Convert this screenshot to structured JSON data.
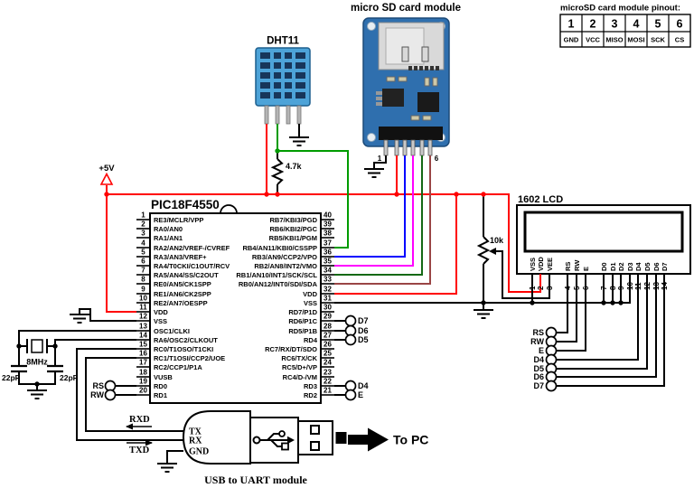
{
  "palette": {
    "wire_red": "#ff0000",
    "wire_green": "#009b00",
    "wire_blue": "#0000ff",
    "wire_magenta": "#ff00ff",
    "wire_dark_green": "#156915",
    "wire_dark_red": "#9a4545",
    "wire_black": "#000000",
    "dht_body": "#4da3d8",
    "sd_board": "#2f6fae"
  },
  "labels": {
    "mcu_title": "PIC18F4550",
    "dht_title": "DHT11",
    "sd_title": "micro SD card module",
    "lcd_title": "1602 LCD",
    "pinout_title": "microSD card module pinout:",
    "plus5v": "+5V",
    "pullup_resistor": "4.7k",
    "contrast_pot": "10k",
    "crystal": "8MHz",
    "cap_left": "22pF",
    "cap_right": "22pF",
    "rxd": "RXD",
    "txd": "TXD",
    "to_pc": "To PC",
    "uart_caption": "USB to UART module",
    "sd_header_pin1": "1",
    "sd_header_pin6": "6"
  },
  "uart": {
    "tx": "TX",
    "rx": "RX",
    "gnd": "GND"
  },
  "mcu": {
    "left_pins": [
      {
        "num": "1",
        "label": "RE3/MCLR/VPP"
      },
      {
        "num": "2",
        "label": "RA0/AN0"
      },
      {
        "num": "3",
        "label": "RA1/AN1"
      },
      {
        "num": "4",
        "label": "RA2/AN2/VREF-/CVREF"
      },
      {
        "num": "5",
        "label": "RA3/AN3/VREF+"
      },
      {
        "num": "6",
        "label": "RA4/T0CKI/C1OUT/RCV"
      },
      {
        "num": "7",
        "label": "RA5/AN4/SS/C2OUT"
      },
      {
        "num": "8",
        "label": "RE0/AN5/CK1SPP"
      },
      {
        "num": "9",
        "label": "RE1/AN6/CK2SPP"
      },
      {
        "num": "10",
        "label": "RE2/AN7/OESPP"
      },
      {
        "num": "11",
        "label": "VDD",
        "color": "red"
      },
      {
        "num": "12",
        "label": "VSS"
      },
      {
        "num": "13",
        "label": "OSC1/CLKI"
      },
      {
        "num": "14",
        "label": "RA6/OSC2/CLKOUT"
      },
      {
        "num": "15",
        "label": "RC0/T1OSO/T1CKI"
      },
      {
        "num": "16",
        "label": "RC1/T1OSI/CCP2/UOE"
      },
      {
        "num": "17",
        "label": "RC2/CCP1/P1A"
      },
      {
        "num": "18",
        "label": "VUSB"
      },
      {
        "num": "19",
        "label": "RD0"
      },
      {
        "num": "20",
        "label": "RD1"
      }
    ],
    "right_pins": [
      {
        "num": "40",
        "label": "RB7/KBI3/PGD"
      },
      {
        "num": "39",
        "label": "RB6/KBI2/PGC"
      },
      {
        "num": "38",
        "label": "RB5/KBI1/PGM"
      },
      {
        "num": "37",
        "label": "RB4/AN11/KBI0/CSSPP",
        "num_color": "green"
      },
      {
        "num": "36",
        "label": "RB3/AN9/CCP2/VPO",
        "num_color": "blue"
      },
      {
        "num": "35",
        "label": "RB2/AN8/INT2/VMO",
        "num_color": "magenta"
      },
      {
        "num": "34",
        "label": "RB1/AN10/INT1/SCK/SCL",
        "num_color": "dark_green"
      },
      {
        "num": "33",
        "label": "RB0/AN12/INT0/SDI/SDA",
        "num_color": "dark_red"
      },
      {
        "num": "32",
        "label": "VDD",
        "color": "red"
      },
      {
        "num": "31",
        "label": "VSS"
      },
      {
        "num": "30",
        "label": "RD7/P1D"
      },
      {
        "num": "29",
        "label": "RD6/P1C"
      },
      {
        "num": "28",
        "label": "RD5/P1B"
      },
      {
        "num": "27",
        "label": "RD4"
      },
      {
        "num": "26",
        "label": "RC7/RX/DT/SDO"
      },
      {
        "num": "25",
        "label": "RC6/TX/CK"
      },
      {
        "num": "24",
        "label": "RC5/D+/VP"
      },
      {
        "num": "23",
        "label": "RC4/D-/VM"
      },
      {
        "num": "22",
        "label": "RD3"
      },
      {
        "num": "21",
        "label": "RD2"
      }
    ]
  },
  "lcd": {
    "pins": [
      {
        "num": "1",
        "name": "VSS"
      },
      {
        "num": "2",
        "name": "VDD",
        "num_color": "red"
      },
      {
        "num": "3",
        "name": "VEE"
      },
      {
        "num": "4",
        "name": "RS"
      },
      {
        "num": "5",
        "name": "RW"
      },
      {
        "num": "6",
        "name": "E"
      },
      {
        "num": "7",
        "name": "D0"
      },
      {
        "num": "8",
        "name": "D1"
      },
      {
        "num": "9",
        "name": "D2"
      },
      {
        "num": "10",
        "name": "D3"
      },
      {
        "num": "11",
        "name": "D4"
      },
      {
        "num": "12",
        "name": "D5"
      },
      {
        "num": "13",
        "name": "D6"
      },
      {
        "num": "14",
        "name": "D7"
      }
    ]
  },
  "terminals": {
    "mcu_left": [
      "RS",
      "RW"
    ],
    "mcu_right": [
      "D7",
      "D6",
      "D5",
      "D4",
      "E"
    ],
    "lcd_side": [
      "RS",
      "RW",
      "E",
      "D4",
      "D5",
      "D6",
      "D7"
    ]
  },
  "sd_pinout": {
    "numbers": [
      "1",
      "2",
      "3",
      "4",
      "5",
      "6"
    ],
    "names": [
      "GND",
      "VCC",
      "MISO",
      "MOSI",
      "SCK",
      "CS"
    ]
  }
}
